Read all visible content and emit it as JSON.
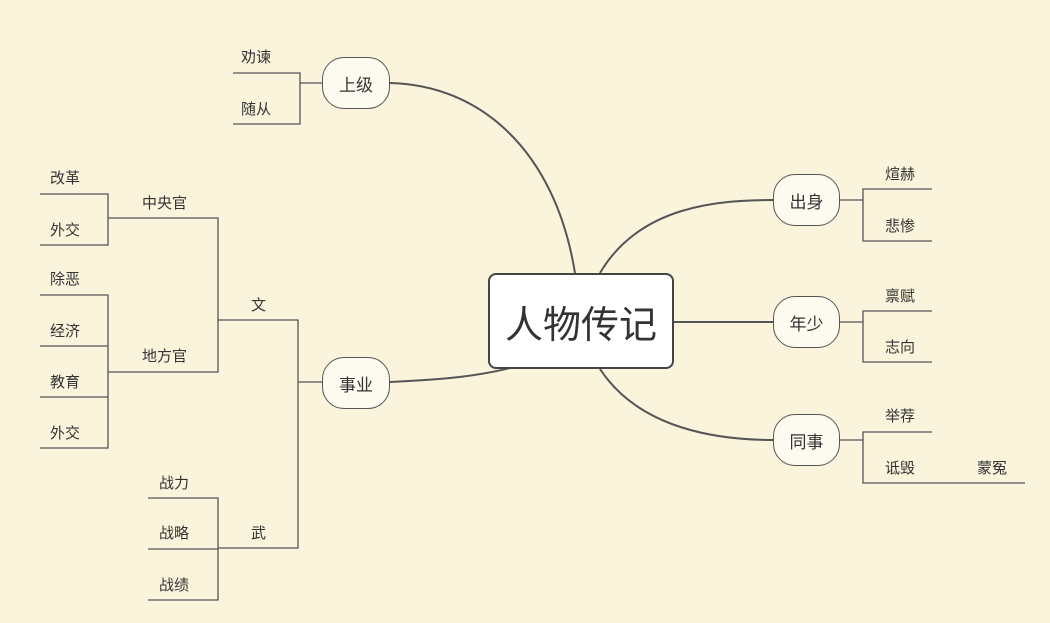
{
  "center": "人物传记",
  "left": {
    "superior": {
      "label": "上级",
      "children": [
        "劝谏",
        "随从"
      ]
    },
    "career": {
      "label": "事业",
      "civil": {
        "label": "文",
        "central": {
          "label": "中央官",
          "children": [
            "改革",
            "外交"
          ]
        },
        "local": {
          "label": "地方官",
          "children": [
            "除恶",
            "经济",
            "教育",
            "外交"
          ]
        }
      },
      "military": {
        "label": "武",
        "children": [
          "战力",
          "战略",
          "战绩"
        ]
      }
    }
  },
  "right": {
    "origin": {
      "label": "出身",
      "children": [
        "煊赫",
        "悲惨"
      ]
    },
    "youth": {
      "label": "年少",
      "children": [
        "禀赋",
        "志向"
      ]
    },
    "colleague": {
      "label": "同事",
      "children": [
        "举荐",
        "诋毁"
      ],
      "grandchild": "蒙冤"
    }
  },
  "colors": {
    "background": "#faf4dc",
    "line": "#555555",
    "node_fill": "#fdfaf0"
  }
}
